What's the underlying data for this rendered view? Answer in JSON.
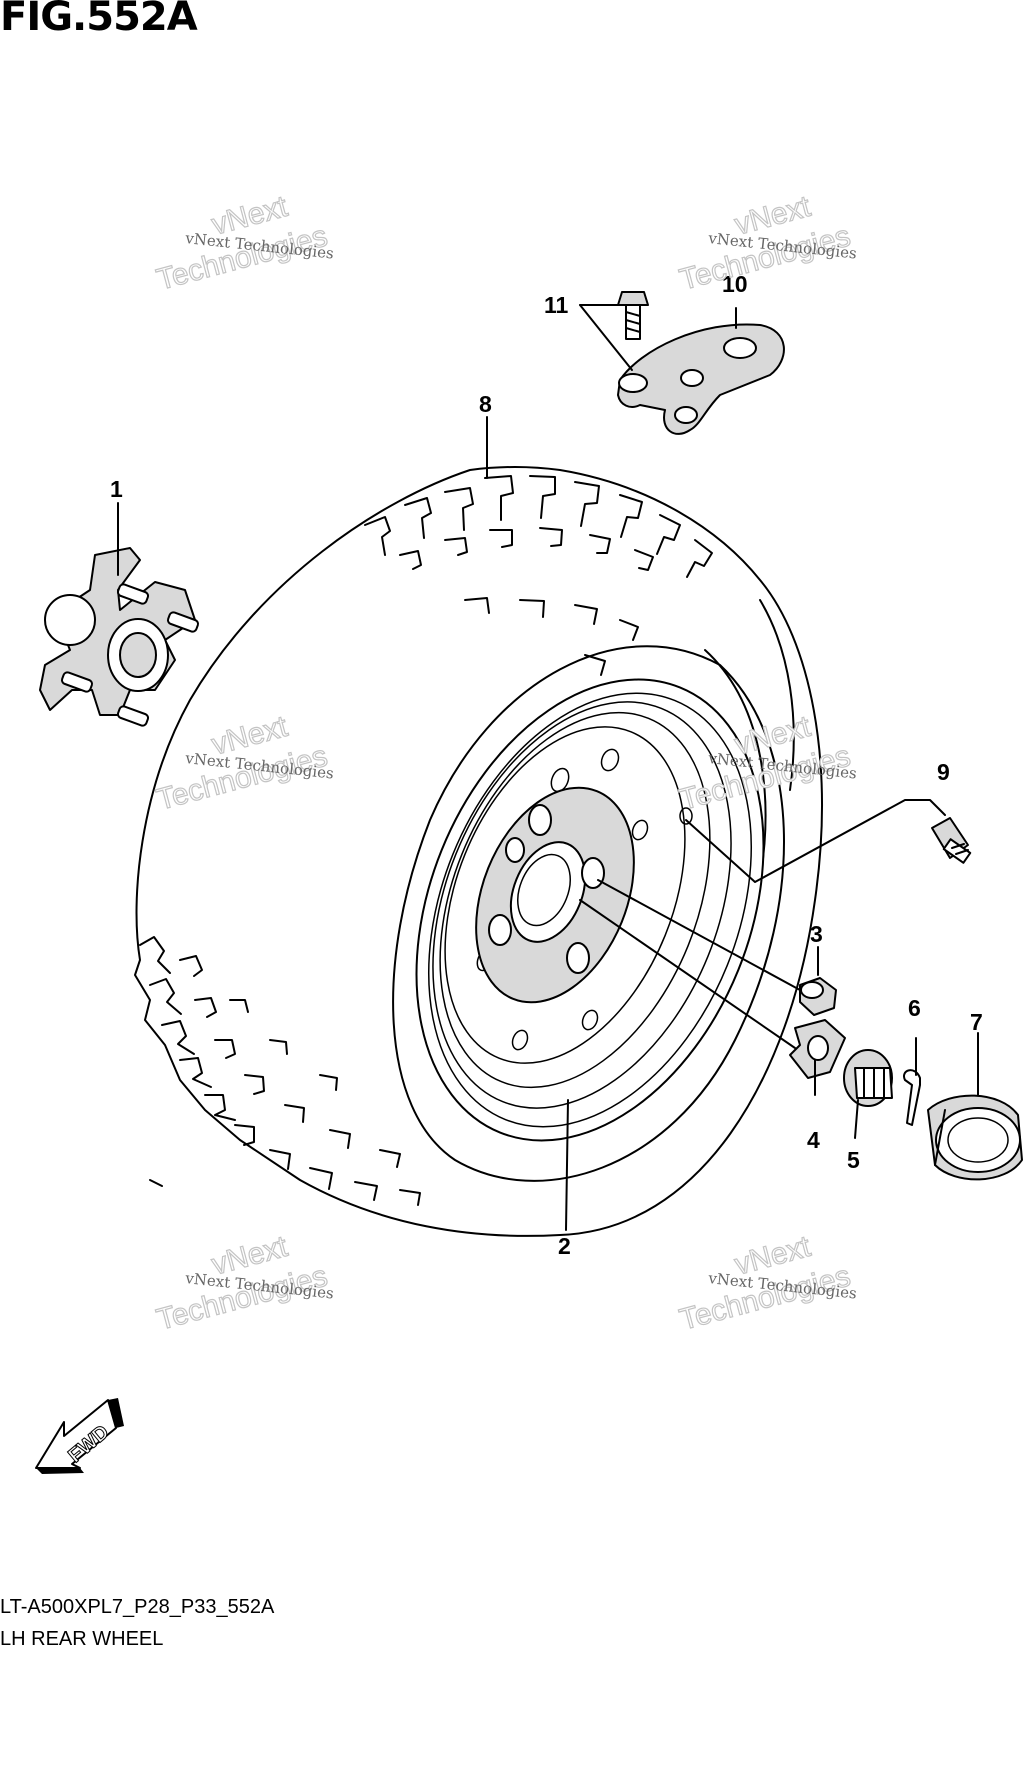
{
  "figure": {
    "title": "FIG.552A",
    "model_code": "LT-A500XPL7_P28_P33_552A",
    "caption": "LH REAR WHEEL"
  },
  "callouts": [
    "1",
    "2",
    "3",
    "4",
    "5",
    "6",
    "7",
    "8",
    "9",
    "10",
    "11"
  ],
  "watermark": {
    "small_text": "vNext Technologies",
    "big_line1": "vNext",
    "big_line2": "Technologies"
  },
  "fwd_label": "FWD",
  "colors": {
    "line": "#000000",
    "shade": "#d9d9d9",
    "watermark": "#c4c4c4"
  }
}
